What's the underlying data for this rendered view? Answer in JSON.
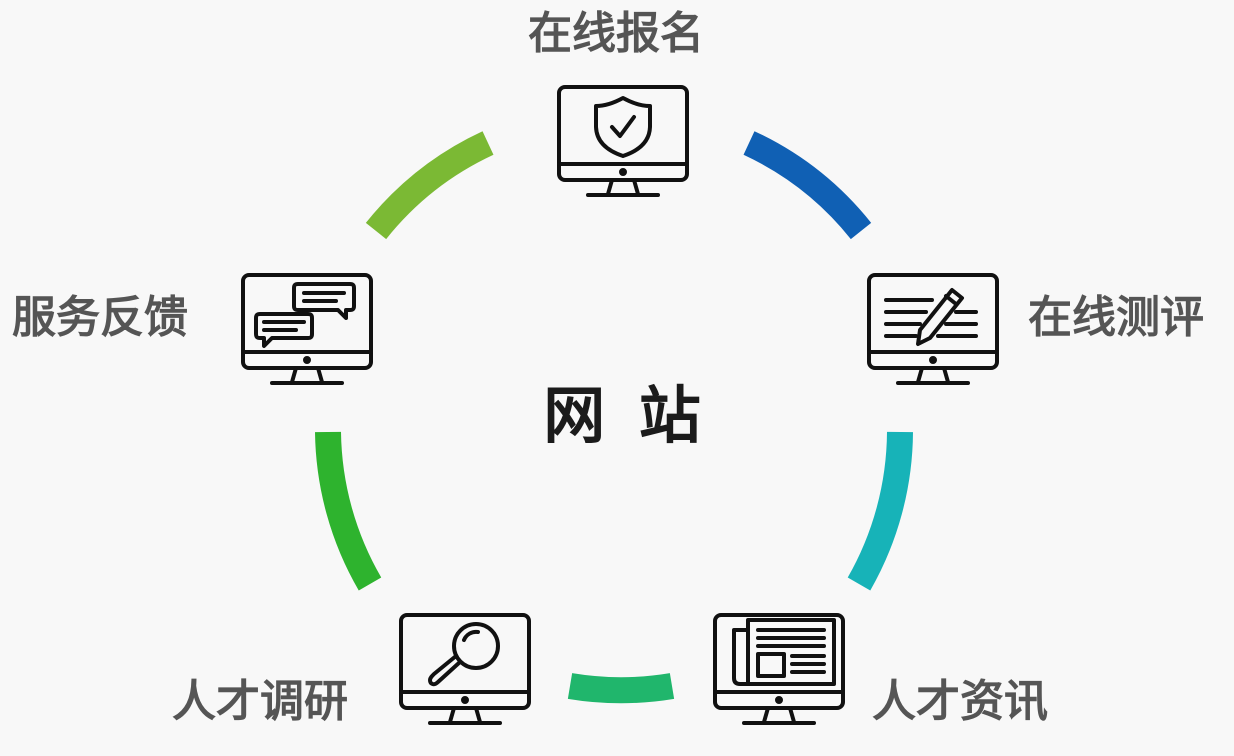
{
  "center": {
    "title": "网 站"
  },
  "nodes": [
    {
      "label": "在线报名",
      "icon": "shield-check-monitor-icon"
    },
    {
      "label": "在线测评",
      "icon": "pencil-document-monitor-icon"
    },
    {
      "label": "人才资讯",
      "icon": "newspaper-monitor-icon"
    },
    {
      "label": "人才调研",
      "icon": "magnifier-monitor-icon"
    },
    {
      "label": "服务反馈",
      "icon": "chat-bubbles-monitor-icon"
    }
  ],
  "arc_colors": [
    "#1060b4",
    "#17b3b8",
    "#20b66c",
    "#2eb32e",
    "#7bb934"
  ]
}
